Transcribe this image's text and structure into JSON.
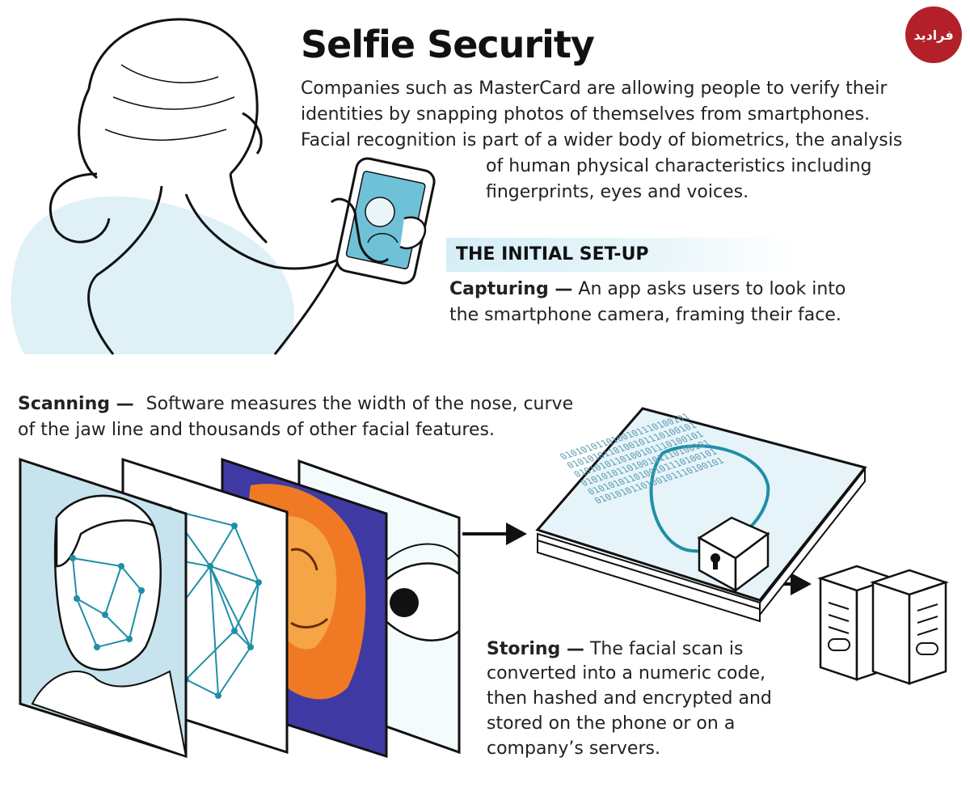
{
  "header": {
    "title": "Selfie Security",
    "intro_lines": [
      "Companies such as MasterCard are allowing people to verify their",
      "identities by snapping photos of themselves from smartphones.",
      "Facial recognition is part of a wider body of biometrics, the analysis",
      "of human physical characteristics including",
      "fingerprints, eyes and voices."
    ]
  },
  "logo": {
    "text": "فرادید",
    "color": "#b3202a"
  },
  "setup": {
    "heading": "THE INITIAL SET-UP",
    "capturing": {
      "label": "Capturing —",
      "lines": [
        "An app asks users to look into",
        "the smartphone camera, framing their face."
      ]
    }
  },
  "scanning": {
    "label": "Scanning —",
    "lines": [
      "Software measures the width of the nose, curve",
      "of the jaw line and thousands of other facial features."
    ]
  },
  "storing": {
    "label": "Storing —",
    "lines": [
      "The facial scan is",
      "converted into a numeric code,",
      "then hashed and encrypted and",
      "stored on the phone or on a",
      "company’s servers."
    ]
  },
  "binary_text": "0101010110100101110100101",
  "colors": {
    "accent": "#1f8fa8",
    "light_blue": "#d5eef6",
    "thermal_orange": "#f07a24",
    "thermal_purple": "#4a3aa0"
  }
}
